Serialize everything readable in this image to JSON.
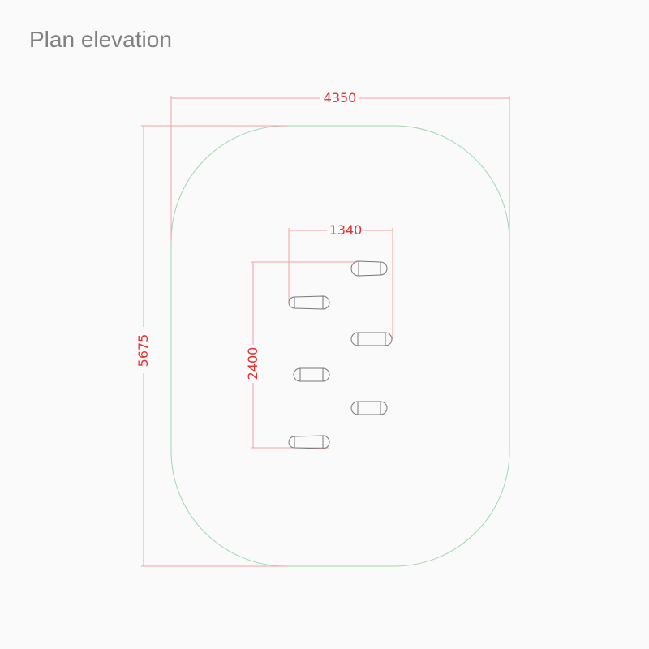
{
  "title": "Plan elevation",
  "dimensions": {
    "overall_width": "4350",
    "overall_length": "5675",
    "stones_width": "1340",
    "stones_length": "2400"
  },
  "colors": {
    "dimension": "#e83030",
    "outline": "#9fd8b0",
    "stone": "#777777"
  }
}
